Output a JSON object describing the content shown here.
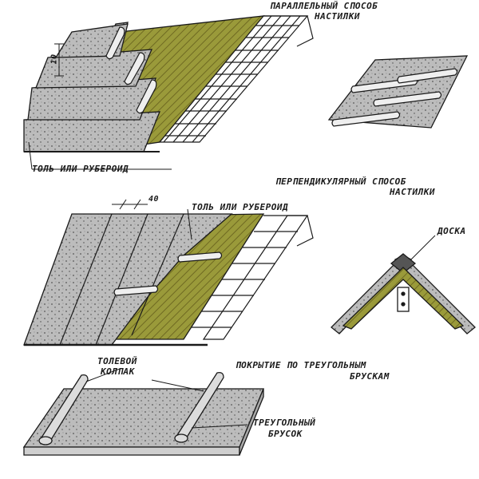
{
  "labels": {
    "parallel_1": "параллельный способ",
    "parallel_2": "настилки",
    "tol_top": "толь или рубероид",
    "perp_1": "перпендикулярный способ",
    "perp_2": "настилки",
    "tol_mid": "толь или рубероид",
    "doska": "доска",
    "tolevoy_1": "толевой",
    "tolevoy_2": "колпак",
    "pokrytie_1": "покрытие по треугольным",
    "pokrytie_2": "брускам",
    "treug_1": "треугольный",
    "treug_2": "брусок",
    "dim_10": "10",
    "dim_40": "40"
  },
  "colors": {
    "felt": "#b9b9b9",
    "felt_dark": "#8f8f8f",
    "board": "#9a9a3a",
    "board_stripe": "#6f6a22",
    "ink": "#1a1a1a"
  }
}
